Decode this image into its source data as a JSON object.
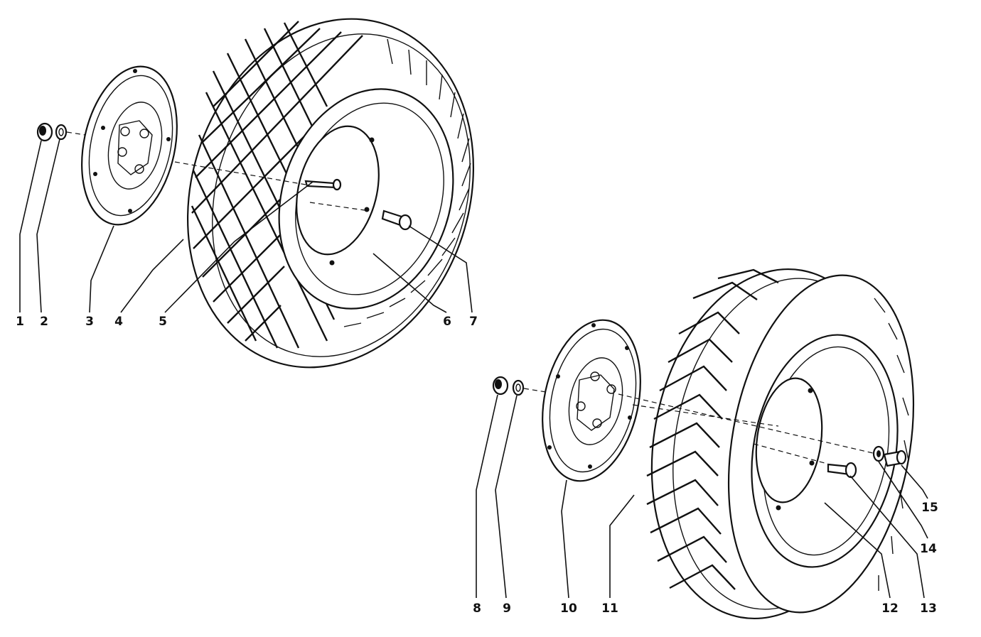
{
  "labels": [
    {
      "id": "1",
      "text": "1"
    },
    {
      "id": "2",
      "text": "2"
    },
    {
      "id": "3",
      "text": "3"
    },
    {
      "id": "4",
      "text": "4"
    },
    {
      "id": "5",
      "text": "5"
    },
    {
      "id": "6",
      "text": "6"
    },
    {
      "id": "7",
      "text": "7"
    },
    {
      "id": "8",
      "text": "8"
    },
    {
      "id": "9",
      "text": "9"
    },
    {
      "id": "10",
      "text": "10"
    },
    {
      "id": "11",
      "text": "11"
    },
    {
      "id": "12",
      "text": "12"
    },
    {
      "id": "13",
      "text": "13"
    },
    {
      "id": "14",
      "text": "14"
    },
    {
      "id": "15",
      "text": "15"
    }
  ],
  "colors": {
    "ink": "#111111",
    "paper": "#ffffff"
  }
}
